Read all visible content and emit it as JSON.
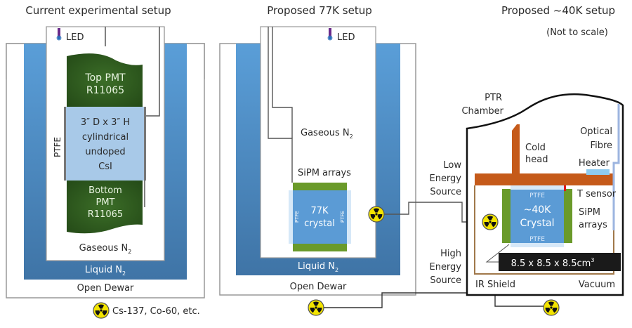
{
  "panels": {
    "current": {
      "title": "Current experimental setup",
      "led": "LED",
      "top_pmt": [
        "Top PMT",
        "R11065"
      ],
      "crystal": [
        "3″ D x 3″ H",
        "cylindrical",
        "undoped",
        "CsI"
      ],
      "ptfe": "PTFE",
      "bottom_pmt": [
        "Bottom",
        "PMT",
        "R11065"
      ],
      "gas": "Gaseous N",
      "liquid": "Liquid N",
      "subscript": "2",
      "dewar": "Open Dewar"
    },
    "proposed77": {
      "title": "Proposed 77K setup",
      "led": "LED",
      "gas": "Gaseous N",
      "sipm": "SiPM arrays",
      "crystal": [
        "77K",
        "crystal"
      ],
      "ptfe": "PTFE",
      "liquid": "Liquid N",
      "subscript": "2",
      "dewar": "Open Dewar"
    },
    "proposed40": {
      "title": "Proposed ~40K setup",
      "subtitle": "(Not to scale)",
      "chamber": [
        "PTR",
        "Chamber"
      ],
      "cold_head": [
        "Cold",
        "head"
      ],
      "optical_fibre": [
        "Optical",
        "Fibre"
      ],
      "heater": "Heater",
      "t_sensor": "T sensor",
      "sipm": [
        "SiPM",
        "arrays"
      ],
      "crystal": [
        "~40K",
        "Crystal"
      ],
      "ptfe": "PTFE",
      "dimension": "8.5 x 8.5 x 8.5cm",
      "dimension_sup": "3",
      "ir_shield": "IR Shield",
      "vacuum": "Vacuum",
      "low_source": [
        "Low",
        "Energy",
        "Source"
      ],
      "high_source": [
        "High",
        "Energy",
        "Source"
      ]
    }
  },
  "legend": {
    "icon": "radiation-icon",
    "text": "Cs-137, Co-60, etc."
  },
  "colors": {
    "pmt_green": "#2f5a1e",
    "crystal_light": "#a8c9e8",
    "crystal_blue": "#5b9bd5",
    "liquid_blue": "#4a86c0",
    "sipm_green": "#6a9a2a",
    "copper": "#c55a1a",
    "ir_shield": "#a0784a",
    "fibre": "#9db5e0",
    "heater": "#8ecbef",
    "led_purple": "#6a2a8a",
    "radiation_yellow": "#f3e400"
  }
}
